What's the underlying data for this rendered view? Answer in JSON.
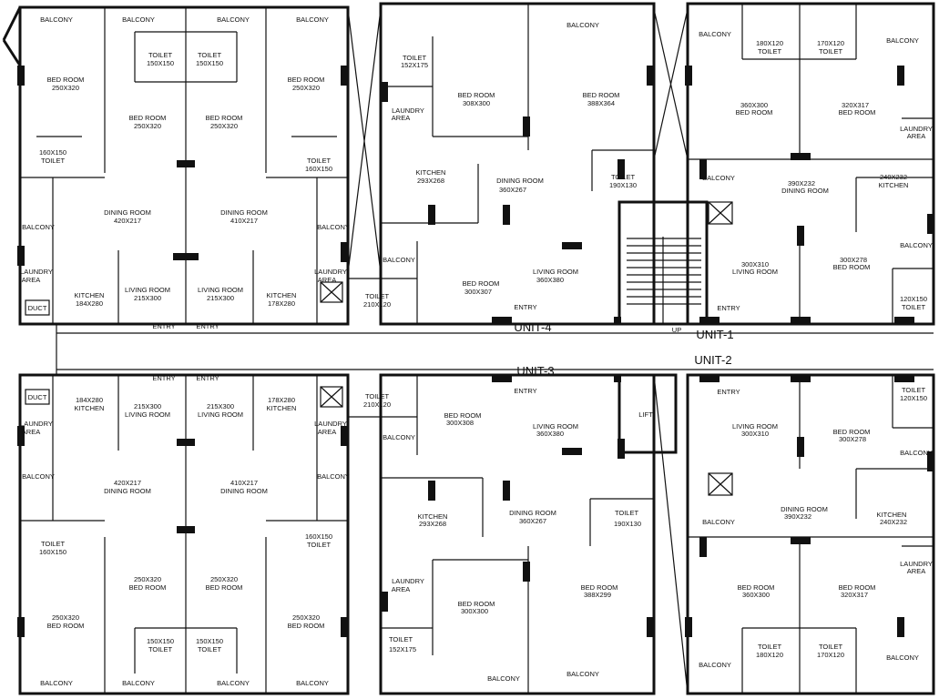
{
  "units": {
    "u1": "UNIT-1",
    "u2": "UNIT-2",
    "u3": "UNIT-3",
    "u4": "UNIT-4"
  },
  "common": {
    "lift": "LIFT",
    "up": "UP",
    "duct": "DUCT",
    "entry": "ENTRY",
    "balcony": "BALCONY",
    "laundry_area": "LAUNDRY AREA",
    "laundry": "LAUNDRY",
    "area": "AREA",
    "toilet": "TOILET",
    "bed_room": "BED ROOM",
    "dining_room": "DINING ROOM",
    "living_room": "LIVING ROOM",
    "kitchen": "KITCHEN"
  },
  "dims": {
    "t150x150": "150X150",
    "t160x150": "160X150",
    "t152x175": "152X175",
    "t190x130": "190X130",
    "t210x120": "210X120",
    "t180x120": "180X120",
    "t170x120": "170X120",
    "t120x150": "120X150",
    "b250x320": "250X320",
    "b308x300": "308X300",
    "b388x364": "388X364",
    "b300x307": "300X307",
    "b360x300": "360X300",
    "b320x317": "320X317",
    "b300x278": "300X278",
    "b300x308": "300X308",
    "b300x300": "300X300",
    "b388x299": "388X299",
    "d420x217": "420X217",
    "d410x217": "410X217",
    "d360x267": "360X267",
    "d390x232": "390X232",
    "l215x300": "215X300",
    "l360x380": "360X380",
    "l300x310": "300X310",
    "k184x280": "184X280",
    "k178x280": "178X280",
    "k293x268": "293X268",
    "k240x232": "240X232"
  }
}
